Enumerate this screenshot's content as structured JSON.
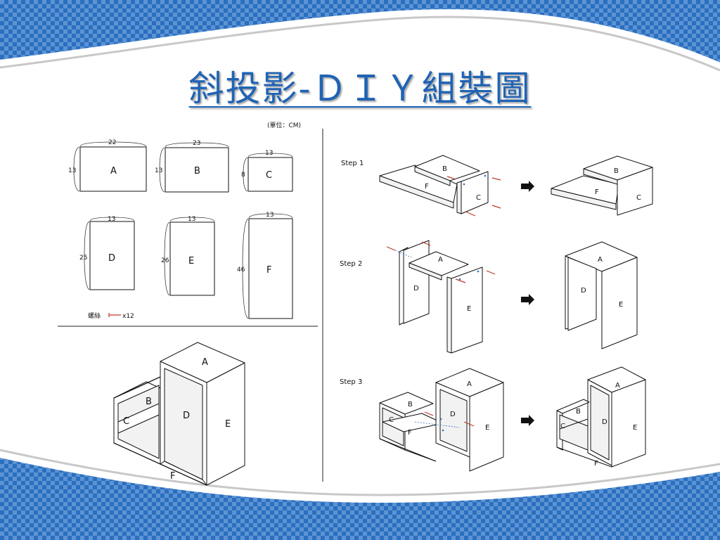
{
  "title": "斜投影-ＤＩＹ組裝圖",
  "unit_note": "(單位：CM)",
  "pieces": [
    {
      "label": "A",
      "width": "22",
      "height": "13"
    },
    {
      "label": "B",
      "width": "23",
      "height": "13"
    },
    {
      "label": "C",
      "width": "13",
      "height": "8"
    },
    {
      "label": "D",
      "width": "13",
      "height": "25"
    },
    {
      "label": "E",
      "width": "13",
      "height": "26"
    },
    {
      "label": "F",
      "width": "13",
      "height": "46"
    }
  ],
  "screws": {
    "label": "螺絲",
    "count": "x12"
  },
  "steps": [
    "Step 1",
    "Step 2",
    "Step 3"
  ],
  "colors": {
    "title": "#1f63b4",
    "wave": "#2a6fc0",
    "screw": "#c0392b",
    "guide": "#2b6fbf"
  }
}
